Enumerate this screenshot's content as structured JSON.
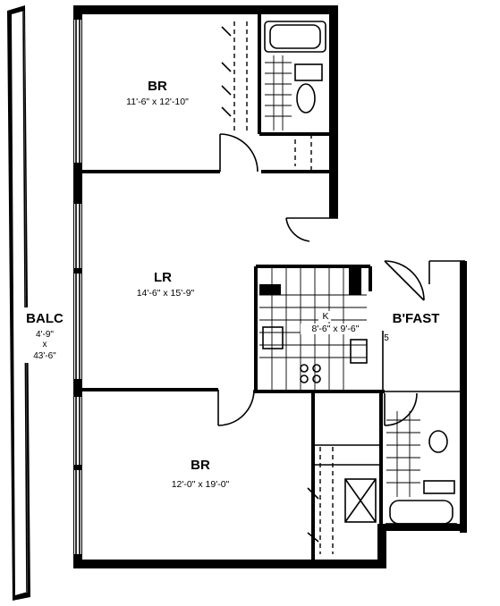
{
  "rooms": {
    "br_top": {
      "name": "BR",
      "dims": "11'-6\" x 12'-10\""
    },
    "lr": {
      "name": "LR",
      "dims": "14'-6\" x 15'-9\""
    },
    "kitchen": {
      "name": "K",
      "dims": "8'-6\" x 9'-6\""
    },
    "bfast": {
      "name": "B'FAST",
      "marker": "5"
    },
    "br_bottom": {
      "name": "BR",
      "dims": "12'-0\" x 19'-0\""
    },
    "balc": {
      "name": "BALC",
      "width": "4'-9\"",
      "times": "x",
      "length": "43'-6\""
    }
  }
}
